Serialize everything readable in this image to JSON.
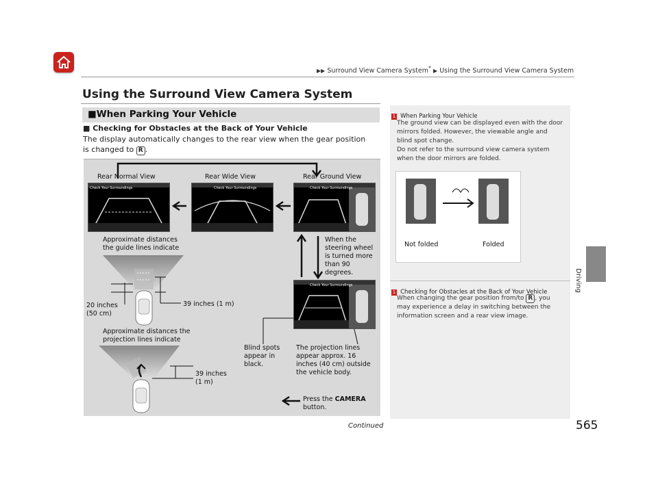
{
  "header": {
    "breadcrumb_1": "Surround View Camera System",
    "breadcrumb_star": "*",
    "breadcrumb_2": "Using the Surround View Camera System"
  },
  "page": {
    "title": "Using the Surround View Camera System",
    "section": "■When Parking Your Vehicle",
    "subhead": "■ Checking for Obstacles at the Back of Your Vehicle",
    "body_1": "The display automatically changes to the rear view when the gear position is changed to ",
    "body_key": "R",
    "body_2": ".",
    "continued": "Continued",
    "page_number": "565",
    "side_tab": "Driving"
  },
  "diagram": {
    "view_normal": "Rear Normal View",
    "view_wide": "Rear Wide View",
    "view_ground": "Rear Ground View",
    "screen_caption": "Check Your Surroundings",
    "guide_caption_1": "Approximate distances",
    "guide_caption_2": "the guide lines indicate",
    "steer_1": "When the",
    "steer_2": "steering wheel",
    "steer_3": "is turned more",
    "steer_4": "than 90",
    "steer_5": "degrees.",
    "dist_20_1": "20 inches",
    "dist_20_2": "(50 cm)",
    "dist_39": "39 inches (1 m)",
    "proj_caption_1": "Approximate distances the",
    "proj_caption_2": "projection lines indicate",
    "dist_39b_1": "39 inches",
    "dist_39b_2": "(1 m)",
    "blind_1": "Blind spots",
    "blind_2": "appear in",
    "blind_3": "black.",
    "proj_lines_1": "The projection lines",
    "proj_lines_2": "appear approx. 16",
    "proj_lines_3": "inches (40 cm) outside",
    "proj_lines_4": "the vehicle body.",
    "press_1": "Press the ",
    "press_camera": "CAMERA",
    "press_2": "button."
  },
  "notes": {
    "n1_title": "When Parking Your Vehicle",
    "n1_l1": "The ground view can be displayed even with the door",
    "n1_l2": "mirrors folded. However, the viewable angle and",
    "n1_l3": "blind spot change.",
    "n1_l4": "Do not refer to the surround view camera system",
    "n1_l5": "when the door mirrors are folded.",
    "not_folded": "Not folded",
    "folded": "Folded",
    "n2_title": "Checking for Obstacles at the Back of Your Vehicle",
    "n2_l1a": "When changing the gear position from/to ",
    "n2_key": "R",
    "n2_l1b": ", you",
    "n2_l2": "may experience a delay in switching between the",
    "n2_l3": "information screen and a rear view image."
  },
  "icons": {
    "home": "home-icon",
    "breadcrumb_arrow": "double-triangle-icon",
    "note_marker": "note-icon"
  },
  "colors": {
    "home_button": "#c9231e",
    "section_bar": "#dcdcdc",
    "diagram_bg": "#d9d9d9",
    "note_bg": "#eeeeee",
    "side_tab": "#888888"
  }
}
